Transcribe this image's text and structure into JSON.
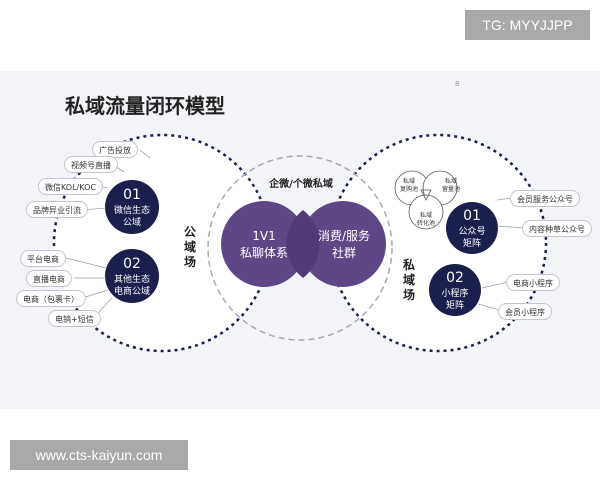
{
  "watermark": {
    "top_right": "TG: MYYJJPP",
    "bottom_left": "www.cts-kaiyun.com"
  },
  "title": "私域流量闭环模型",
  "small_mark": "8",
  "top_label": "企微/个微私域",
  "left_circle": {
    "side_label": "公域场",
    "item1": {
      "num": "01",
      "line1": "微信生态",
      "line2": "公域"
    },
    "item2": {
      "num": "02",
      "line1": "其他生态",
      "line2": "电商公域"
    }
  },
  "center": {
    "left": {
      "line1": "1V1",
      "line2": "私聊体系"
    },
    "right": {
      "line1": "消费/服务",
      "line2": "社群"
    }
  },
  "right_circle": {
    "side_label": "私域场",
    "petals": [
      {
        "line1": "私域",
        "line2": "复购池"
      },
      {
        "line1": "私域",
        "line2": "留量池"
      },
      {
        "line1": "私域",
        "line2": "转化池"
      }
    ],
    "item1": {
      "num": "01",
      "line1": "公众号",
      "line2": "矩阵"
    },
    "item2": {
      "num": "02",
      "line1": "小程序",
      "line2": "矩阵"
    }
  },
  "left_tags": [
    "广告投放",
    "视频号直播",
    "微信KOL/KOC",
    "品牌异业引流",
    "平台电商",
    "直播电商",
    "电商（包裹卡）",
    "电销+短信"
  ],
  "right_tags": [
    "会员服务公众号",
    "内容种草公众号",
    "电商小程序",
    "会员小程序"
  ],
  "colors": {
    "dark_navy": "#1b1f4e",
    "purple": "#5e4687",
    "pill_border": "#c3c6cf"
  }
}
